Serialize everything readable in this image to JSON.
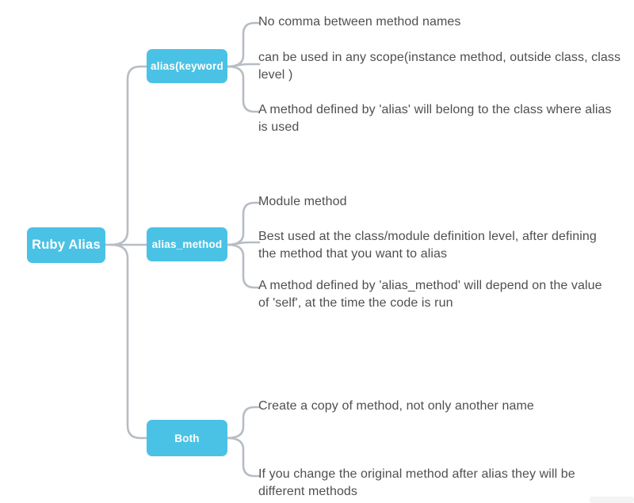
{
  "root": {
    "label": "Ruby Alias"
  },
  "branches": [
    {
      "label": "alias(keyword",
      "leaves": [
        "No comma between method names",
        "can be used in any scope(instance method, outside class, class\nlevel )",
        "A method defined by 'alias' will belong to the class where alias\nis used"
      ]
    },
    {
      "label": "alias_method",
      "leaves": [
        "Module method",
        "Best used at the class/module definition level, after defining\nthe method that you want to alias",
        "A method defined by 'alias_method' will depend on the value\nof 'self', at the time the code is run"
      ]
    },
    {
      "label": "Both",
      "leaves": [
        "Create a copy of method, not only another name",
        "If you change the original method after alias they will be\ndifferent methods"
      ]
    }
  ],
  "colors": {
    "node_fill": "#4ac2e5",
    "node_text": "#ffffff",
    "connector": "#b6bdc4",
    "leaf_text": "#4f4f4f",
    "watermark": "#f4f4f5"
  }
}
